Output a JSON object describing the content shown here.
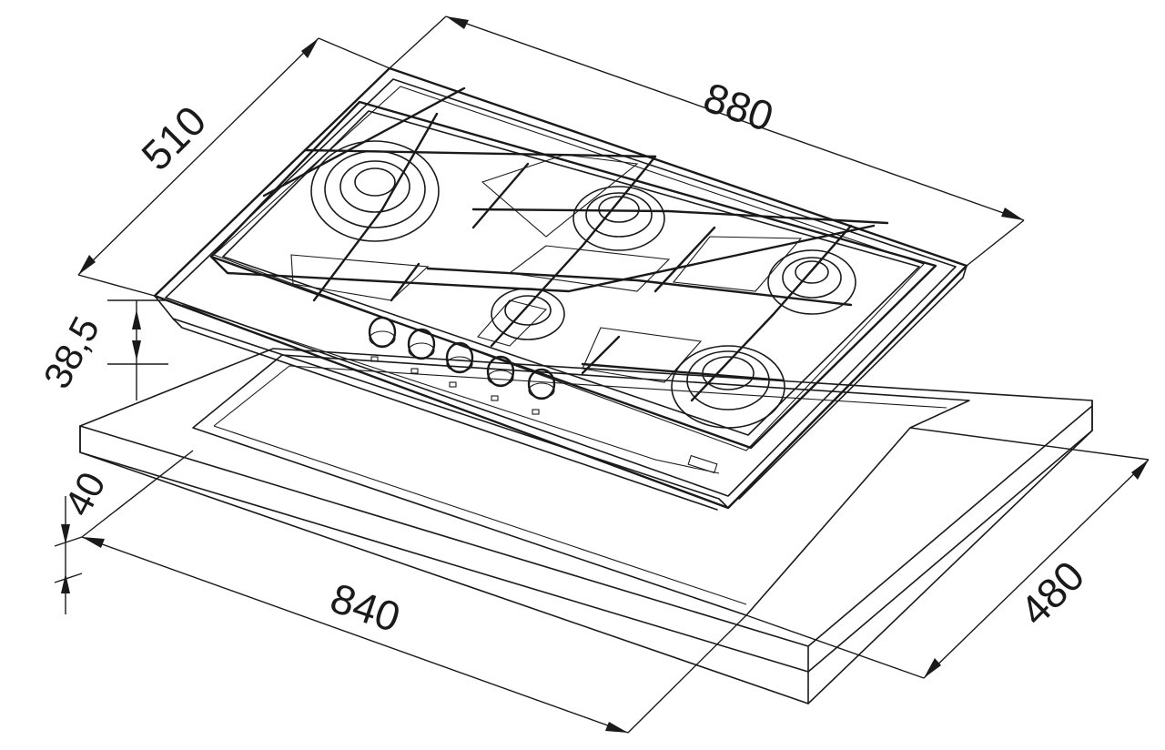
{
  "dimensions": {
    "width_top": "880",
    "depth_top": "510",
    "height_hob": "38,5",
    "cutout_height": "40",
    "cutout_width": "840",
    "cutout_depth": "480"
  },
  "colors": {
    "stroke": "#1a1a1a",
    "background": "#ffffff"
  },
  "icons": {
    "burner": "gas-burner-icon",
    "knob": "control-knob-icon"
  }
}
